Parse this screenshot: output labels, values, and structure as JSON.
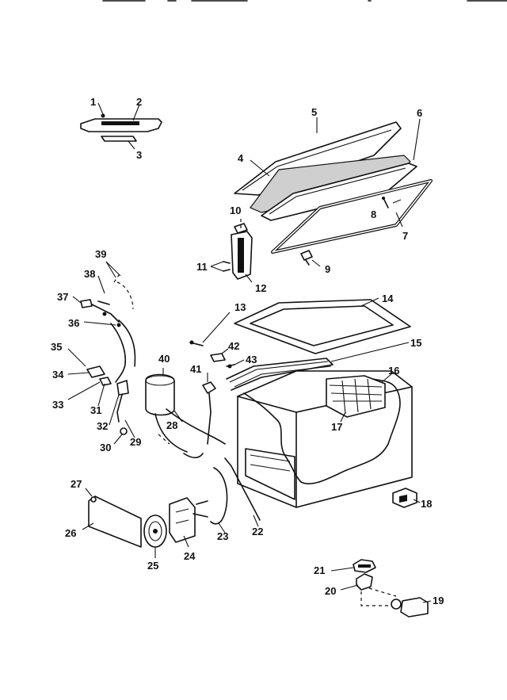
{
  "labels": [
    {
      "id": "1",
      "text": "1"
    },
    {
      "id": "2",
      "text": "2"
    },
    {
      "id": "3",
      "text": "3"
    },
    {
      "id": "4",
      "text": "4"
    },
    {
      "id": "5",
      "text": "5"
    },
    {
      "id": "6",
      "text": "6"
    },
    {
      "id": "7",
      "text": "7"
    },
    {
      "id": "8",
      "text": "8"
    },
    {
      "id": "9",
      "text": "9"
    },
    {
      "id": "10",
      "text": "10"
    },
    {
      "id": "11",
      "text": "11"
    },
    {
      "id": "12",
      "text": "12"
    },
    {
      "id": "13",
      "text": "13"
    },
    {
      "id": "14",
      "text": "14"
    },
    {
      "id": "15",
      "text": "15"
    },
    {
      "id": "16",
      "text": "16"
    },
    {
      "id": "17",
      "text": "17"
    },
    {
      "id": "18",
      "text": "18"
    },
    {
      "id": "19",
      "text": "19"
    },
    {
      "id": "20",
      "text": "20"
    },
    {
      "id": "21",
      "text": "21"
    },
    {
      "id": "22",
      "text": "22"
    },
    {
      "id": "23",
      "text": "23"
    },
    {
      "id": "24",
      "text": "24"
    },
    {
      "id": "25",
      "text": "25"
    },
    {
      "id": "26",
      "text": "26"
    },
    {
      "id": "27",
      "text": "27"
    },
    {
      "id": "28",
      "text": "28"
    },
    {
      "id": "29",
      "text": "29"
    },
    {
      "id": "30",
      "text": "30"
    },
    {
      "id": "31",
      "text": "31"
    },
    {
      "id": "32",
      "text": "32"
    },
    {
      "id": "33",
      "text": "33"
    },
    {
      "id": "34",
      "text": "34"
    },
    {
      "id": "35",
      "text": "35"
    },
    {
      "id": "36",
      "text": "36"
    },
    {
      "id": "37",
      "text": "37"
    },
    {
      "id": "38",
      "text": "38"
    },
    {
      "id": "39",
      "text": "39"
    },
    {
      "id": "40",
      "text": "40"
    },
    {
      "id": "41",
      "text": "41"
    },
    {
      "id": "42",
      "text": "42"
    },
    {
      "id": "43",
      "text": "43"
    }
  ]
}
